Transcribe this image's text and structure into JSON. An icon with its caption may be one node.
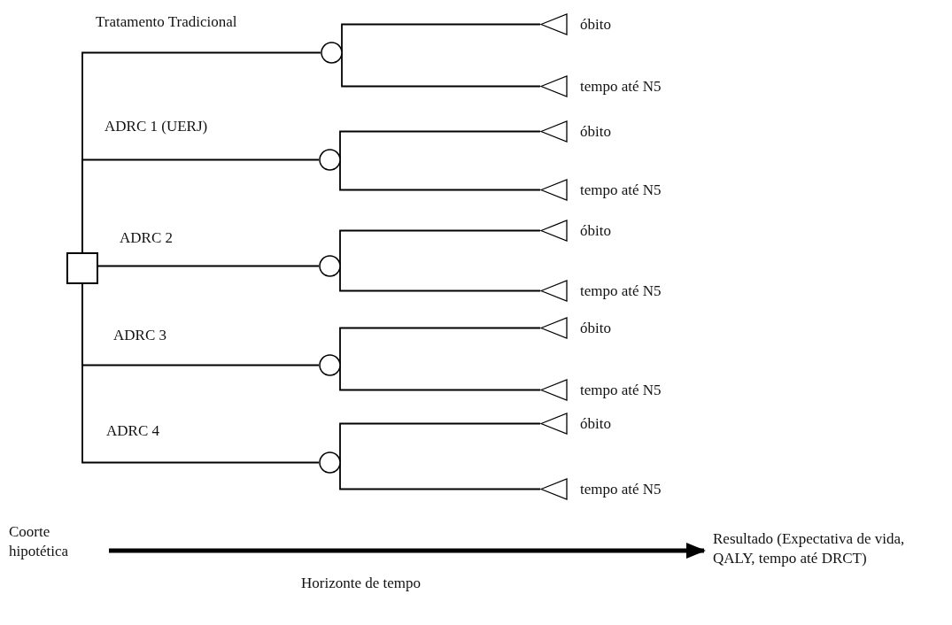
{
  "diagram": {
    "nodes": [
      {
        "text": [],
        "shape": "box"
      },
      {
        "text": [],
        "shape": "circle"
      },
      {
        "text": [],
        "shape": "triangle",
        "beside": [
          "óbito"
        ]
      },
      {
        "text": [],
        "shape": "triangle",
        "beside": [
          "tempo até N5"
        ]
      },
      {
        "text": [],
        "shape": "circle"
      },
      {
        "text": [],
        "shape": "triangle",
        "beside": [
          "óbito"
        ]
      },
      {
        "text": [],
        "shape": "triangle",
        "beside": [
          "tempo até N5"
        ]
      },
      {
        "text": [],
        "shape": "circle"
      },
      {
        "text": [],
        "shape": "triangle",
        "beside": [
          "óbito"
        ]
      },
      {
        "text": [],
        "shape": "triangle",
        "beside": [
          "tempo até N5"
        ]
      },
      {
        "text": [],
        "shape": "circle"
      },
      {
        "text": [],
        "shape": "triangle",
        "beside": [
          "óbito"
        ]
      },
      {
        "text": [],
        "shape": "triangle",
        "beside": [
          "tempo até N5"
        ]
      },
      {
        "text": [],
        "shape": "circle"
      },
      {
        "text": [],
        "shape": "triangle",
        "beside": [
          "óbito"
        ]
      },
      {
        "text": [],
        "shape": "triangle",
        "beside": [
          "tempo até N5"
        ]
      },
      {
        "text": [
          "Coorte hipotética"
        ]
      },
      {
        "text": [
          "Resultado (Expectativa de vida, QALY, tempo até DRCT)"
        ]
      }
    ],
    "edges": [
      {
        "from": 0,
        "to": 1,
        "arrow": "none",
        "label": "Tratamento Tradicional"
      },
      {
        "from": 1,
        "to": 2,
        "arrow": "none"
      },
      {
        "from": 1,
        "to": 3,
        "arrow": "none"
      },
      {
        "from": 0,
        "to": 4,
        "arrow": "none",
        "label": "ADRC 1 (UERJ)"
      },
      {
        "from": 4,
        "to": 5,
        "arrow": "none"
      },
      {
        "from": 4,
        "to": 6,
        "arrow": "none"
      },
      {
        "from": 0,
        "to": 7,
        "arrow": "none",
        "label": "ADRC 2"
      },
      {
        "from": 7,
        "to": 8,
        "arrow": "none"
      },
      {
        "from": 7,
        "to": 9,
        "arrow": "none"
      },
      {
        "from": 0,
        "to": 10,
        "arrow": "none",
        "label": "ADRC 3"
      },
      {
        "from": 10,
        "to": 11,
        "arrow": "none"
      },
      {
        "from": 10,
        "to": 12,
        "arrow": "none"
      },
      {
        "from": 0,
        "to": 13,
        "arrow": "none",
        "label": "ADRC 4"
      },
      {
        "from": 13,
        "to": 14,
        "arrow": "none"
      },
      {
        "from": 13,
        "to": 15,
        "arrow": "none"
      },
      {
        "from": 16,
        "to": 17,
        "arrow": "to",
        "style": "thick",
        "label": "Horizonte de tempo"
      }
    ]
  }
}
